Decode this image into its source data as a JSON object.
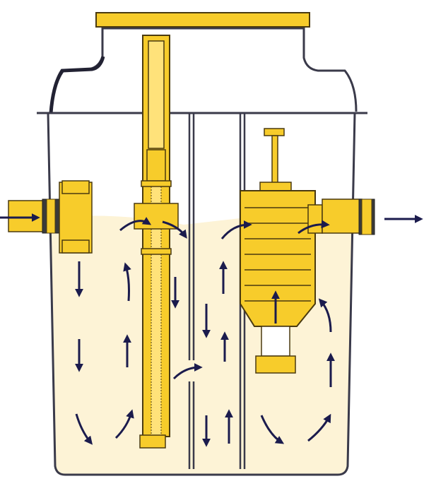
{
  "colors": {
    "outline": "#3a3a4a",
    "tank_interior": "#ffffff",
    "liquid": "#fdf3d6",
    "component_fill": "#f7cc2b",
    "component_stroke": "#4a3a10",
    "flow_arrow": "#1b1b4d",
    "gasket": "#3a3a3a"
  },
  "components": [
    {
      "id": "tank",
      "icon": "septic-tank-body"
    },
    {
      "id": "lid",
      "icon": "access-lid"
    },
    {
      "id": "inlet-tee",
      "icon": "inlet-tee-fitting"
    },
    {
      "id": "sampling-tube",
      "icon": "vertical-riser-tube"
    },
    {
      "id": "baffle-wall",
      "icon": "chamber-partition"
    },
    {
      "id": "effluent-filter",
      "icon": "effluent-filter-cartridge"
    },
    {
      "id": "outlet-pipe",
      "icon": "outlet-pipe"
    }
  ],
  "flow": {
    "inlet_direction": "right",
    "outlet_direction": "right"
  }
}
